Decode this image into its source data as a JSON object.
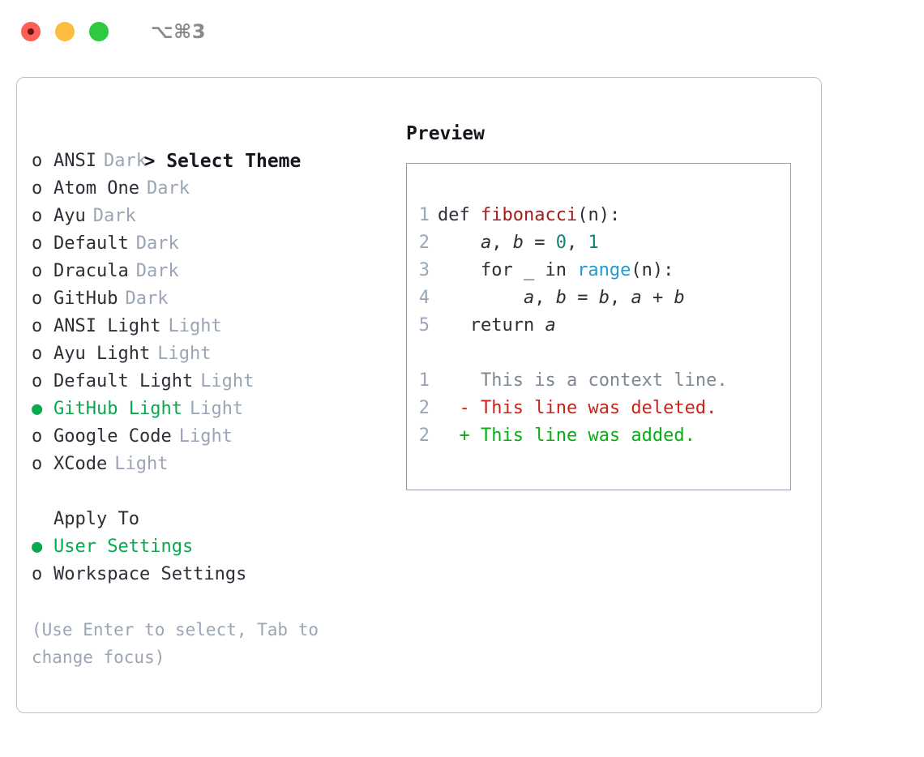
{
  "titlebar": {
    "shortcut": "⌥⌘3",
    "buttons": [
      {
        "name": "close",
        "color": "#fc6058"
      },
      {
        "name": "minimize",
        "color": "#fdbc40"
      },
      {
        "name": "zoom",
        "color": "#2dc93f"
      }
    ]
  },
  "theme_picker": {
    "caret": ">",
    "title": "Select Theme",
    "marker_off": "o",
    "marker_on": "●",
    "items": [
      {
        "label": "ANSI",
        "tag": "Dark",
        "selected": false
      },
      {
        "label": "Atom One",
        "tag": "Dark",
        "selected": false
      },
      {
        "label": "Ayu",
        "tag": "Dark",
        "selected": false
      },
      {
        "label": "Default",
        "tag": "Dark",
        "selected": false
      },
      {
        "label": "Dracula",
        "tag": "Dark",
        "selected": false
      },
      {
        "label": "GitHub",
        "tag": "Dark",
        "selected": false
      },
      {
        "label": "ANSI Light",
        "tag": "Light",
        "selected": false
      },
      {
        "label": "Ayu Light",
        "tag": "Light",
        "selected": false
      },
      {
        "label": "Default Light",
        "tag": "Light",
        "selected": false
      },
      {
        "label": "GitHub Light",
        "tag": "Light",
        "selected": true
      },
      {
        "label": "Google Code",
        "tag": "Light",
        "selected": false
      },
      {
        "label": "XCode",
        "tag": "Light",
        "selected": false
      }
    ]
  },
  "apply_to": {
    "title": "Apply To",
    "items": [
      {
        "label": "User Settings",
        "selected": true
      },
      {
        "label": "Workspace Settings",
        "selected": false
      }
    ]
  },
  "hint": "(Use Enter to select, Tab to change focus)",
  "preview": {
    "title": "Preview",
    "code_lines": [
      {
        "num": "1",
        "tokens": [
          {
            "text": "def ",
            "kind": "kw"
          },
          {
            "text": "fibonacci",
            "kind": "fn"
          },
          {
            "text": "(n):",
            "kind": "plain"
          }
        ]
      },
      {
        "num": "2",
        "tokens": [
          {
            "text": "    ",
            "kind": "plain"
          },
          {
            "text": "a",
            "kind": "var"
          },
          {
            "text": ", ",
            "kind": "plain"
          },
          {
            "text": "b",
            "kind": "var"
          },
          {
            "text": " = ",
            "kind": "plain"
          },
          {
            "text": "0",
            "kind": "num"
          },
          {
            "text": ", ",
            "kind": "plain"
          },
          {
            "text": "1",
            "kind": "num"
          }
        ]
      },
      {
        "num": "3",
        "tokens": [
          {
            "text": "    for _ in ",
            "kind": "kw"
          },
          {
            "text": "range",
            "kind": "call"
          },
          {
            "text": "(n):",
            "kind": "plain"
          }
        ]
      },
      {
        "num": "4",
        "tokens": [
          {
            "text": "        ",
            "kind": "plain"
          },
          {
            "text": "a",
            "kind": "var"
          },
          {
            "text": ", ",
            "kind": "plain"
          },
          {
            "text": "b",
            "kind": "var"
          },
          {
            "text": " = ",
            "kind": "plain"
          },
          {
            "text": "b",
            "kind": "var"
          },
          {
            "text": ", ",
            "kind": "plain"
          },
          {
            "text": "a",
            "kind": "var"
          },
          {
            "text": " + ",
            "kind": "plain"
          },
          {
            "text": "b",
            "kind": "var"
          }
        ]
      },
      {
        "num": "5",
        "tokens": [
          {
            "text": "   return ",
            "kind": "kw"
          },
          {
            "text": "a",
            "kind": "var"
          }
        ]
      }
    ],
    "diff_lines": [
      {
        "num": "1",
        "sign": " ",
        "text": " This is a context line.",
        "kind": "ctx"
      },
      {
        "num": "2",
        "sign": "-",
        "text": " This line was deleted.",
        "kind": "del"
      },
      {
        "num": "2",
        "sign": "+",
        "text": " This line was added.",
        "kind": "add"
      }
    ]
  },
  "colors": {
    "accent_green": "#0ba84e",
    "diff_add": "#06b012",
    "diff_del": "#cc2118",
    "fn_red": "#a11c1c",
    "num_teal": "#11817e",
    "call_blue": "#1f9cd6",
    "tag_gray": "#9aa5b5",
    "border_outer": "#b8c0cc",
    "border_preview": "#939eb0"
  }
}
